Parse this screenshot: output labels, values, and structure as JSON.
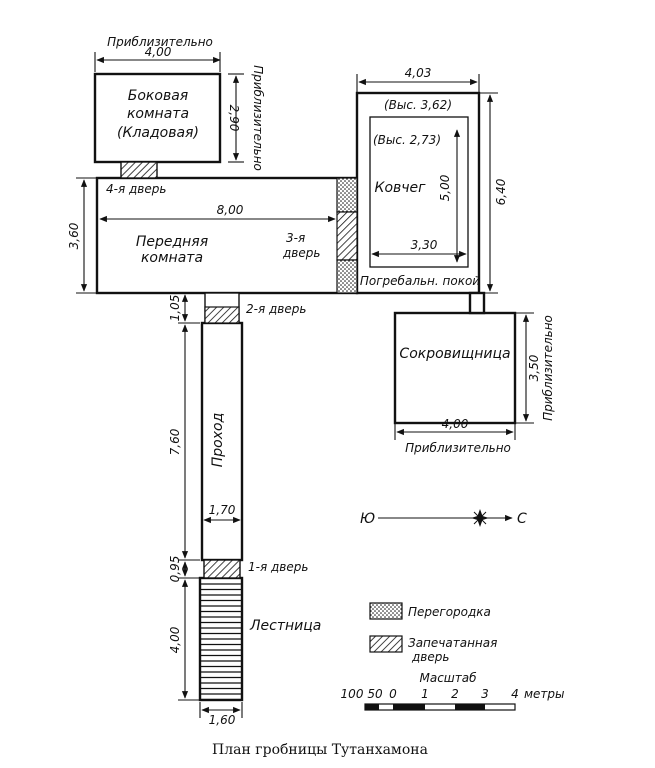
{
  "caption": "План гробницы Тутанхамона",
  "rooms": {
    "side_room": [
      "Боковая",
      "комната",
      "(Кладовая)"
    ],
    "antechamber": [
      "Передняя",
      "комната"
    ],
    "burial_chamber": "Ковчег",
    "burial_label": "Погребальн. покой",
    "treasury": "Сокровищница",
    "corridor": "Проход",
    "stairs": "Лестница"
  },
  "doors": {
    "door1": "1-я дверь",
    "door2": "2-я дверь",
    "door3": [
      "3-я",
      "дверь"
    ],
    "door4": "4-я дверь"
  },
  "heights": {
    "outer": "(Выс. 3,62)",
    "inner": "(Выс. 2,73)"
  },
  "dimensions": {
    "side_w": "4,00",
    "side_h": "2,90",
    "approx": "Приблизительно",
    "burial_w": "4,03",
    "burial_h": "6,40",
    "shrine_h": "5,00",
    "shrine_w": "3,30",
    "ante_w": "8,00",
    "ante_h": "3,60",
    "door2_len": "1,05",
    "corridor_len": "7,60",
    "corridor_w": "1,70",
    "door1_len": "0,95",
    "stairs_len": "4,00",
    "stairs_w": "1,60",
    "treasury_h": "3,50",
    "treasury_w": "4,00"
  },
  "compass": {
    "south": "Ю",
    "north": "С"
  },
  "legend": {
    "partition": "Перегородка",
    "sealed": [
      "Запечатанная",
      "дверь"
    ]
  },
  "scale": {
    "title": "Масштаб",
    "ticks": [
      "100",
      "50",
      "0",
      "1",
      "2",
      "3",
      "4"
    ],
    "unit": "метры"
  }
}
